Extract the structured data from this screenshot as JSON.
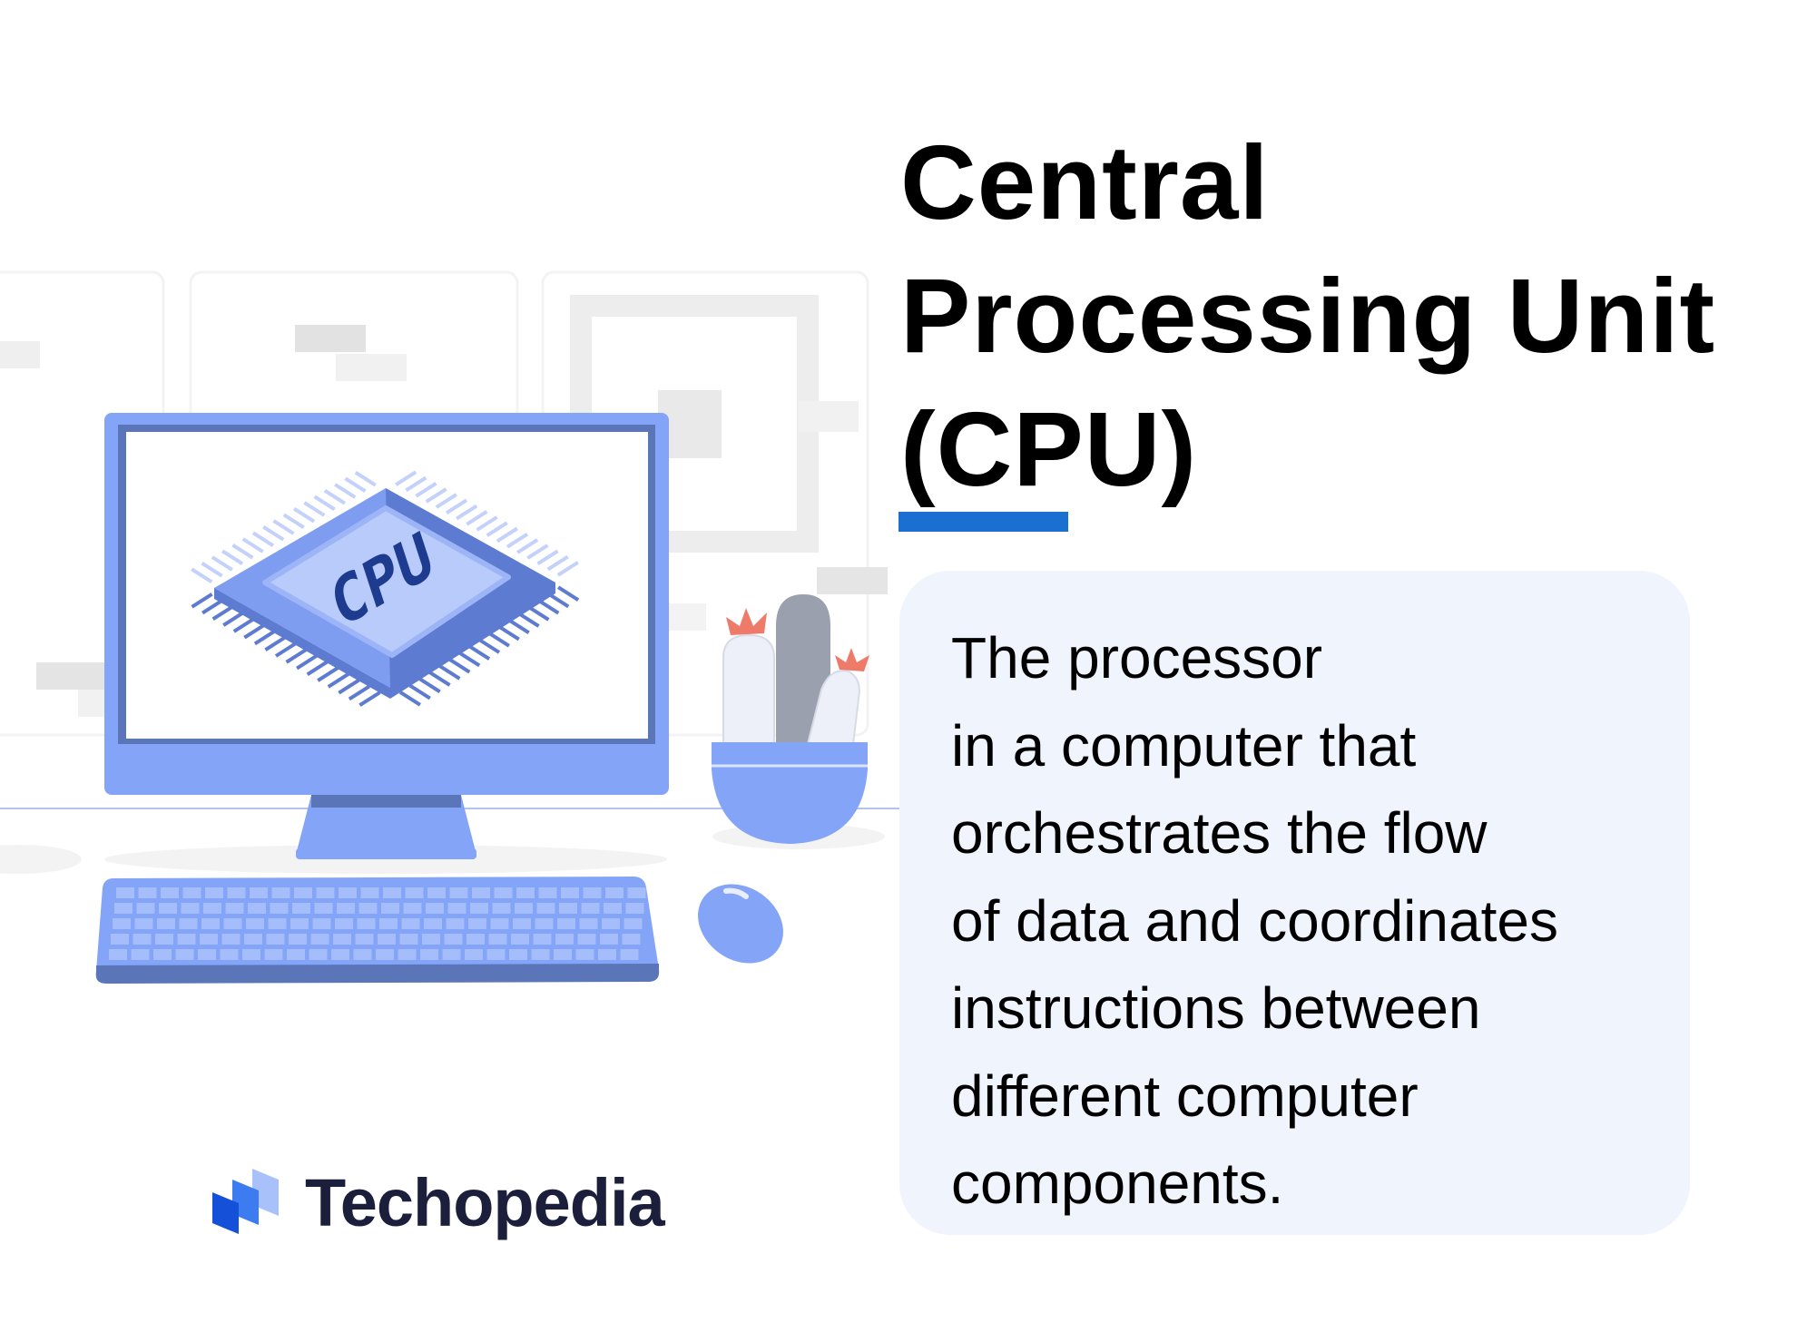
{
  "title": {
    "lines": [
      "Central",
      "Processing Unit",
      "(CPU)"
    ]
  },
  "description": {
    "lines": [
      "The processor",
      "in a computer that",
      "orchestrates the flow",
      "of data and coordinates",
      "instructions between",
      "different computer",
      "components."
    ]
  },
  "illustration": {
    "chip_label": "CPU",
    "icons": [
      "desktop-monitor-icon",
      "cpu-chip-icon",
      "keyboard-icon",
      "mouse-icon",
      "cactus-plant-icon"
    ]
  },
  "brand": {
    "name": "Techopedia",
    "icon": "techopedia-logo-icon"
  },
  "colors": {
    "accent": "#1a6fd0",
    "device_blue": "#84a4f8",
    "device_dark": "#5b76b8",
    "card_bg": "#eff4fd",
    "chip_text": "#1d3b8f",
    "brand_text": "#1b1f3b"
  }
}
